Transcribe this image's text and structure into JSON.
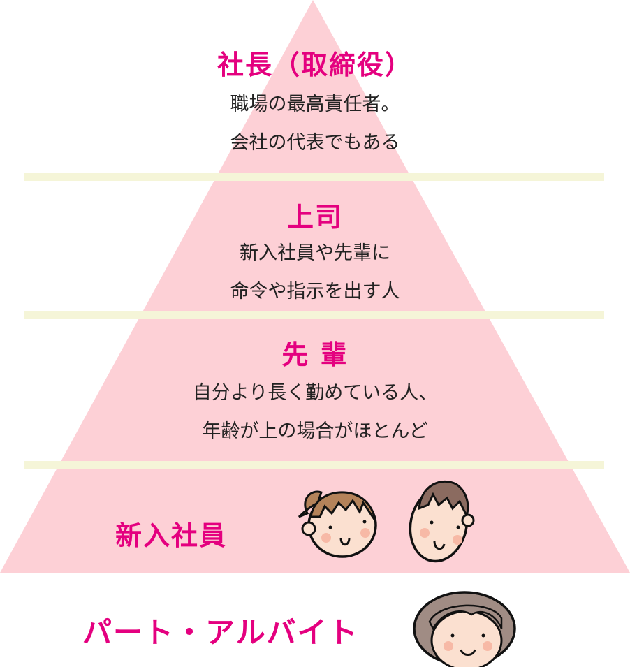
{
  "colors": {
    "pyramid": "#fdd0d6",
    "band": "#f5f5d8",
    "title": "#e4007f"
  },
  "levels": [
    {
      "title": "社長（取締役）",
      "lines": [
        "職場の最高責任者。",
        "会社の代表でもある"
      ]
    },
    {
      "title": "上司",
      "lines": [
        "新入社員や先輩に",
        "命令や指示を出す人"
      ]
    },
    {
      "title": "先 輩",
      "lines": [
        "自分より長く勤めている人、",
        "年齢が上の場合がほとんど"
      ]
    },
    {
      "title": "新入社員"
    },
    {
      "title": "パート・アルバイト"
    }
  ]
}
